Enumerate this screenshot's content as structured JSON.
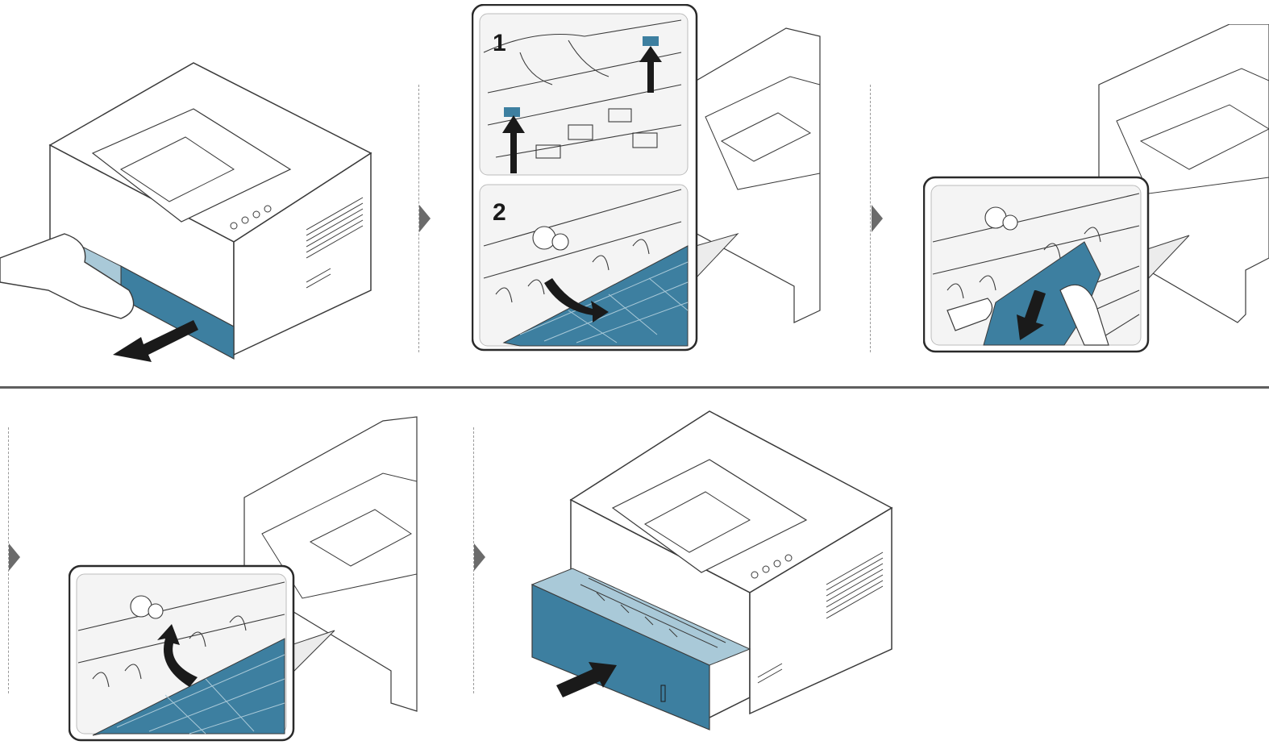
{
  "colors": {
    "tray_blue": "#3d7fa0",
    "tray_blue_light": "#a9c9d8",
    "outline": "#3a3a3a",
    "printer_body": "#ffffff",
    "divider": "#5f5f5f",
    "step_arrow": "#6b6b6b",
    "action_arrow": "#1a1a1a"
  },
  "steps": [
    {
      "id": 1,
      "action": "pull-out-tray",
      "icon": "arrow-left-icon"
    },
    {
      "id": 2,
      "action": "lift-levers-and-open-guide",
      "inset_labels": [
        "1",
        "2"
      ],
      "icon": "arrow-up-icon"
    },
    {
      "id": 3,
      "action": "remove-jammed-paper",
      "icon": "arrow-down-icon"
    },
    {
      "id": 4,
      "action": "close-guide",
      "icon": "curved-arrow-icon"
    },
    {
      "id": 5,
      "action": "insert-tray",
      "icon": "arrow-right-icon"
    }
  ]
}
